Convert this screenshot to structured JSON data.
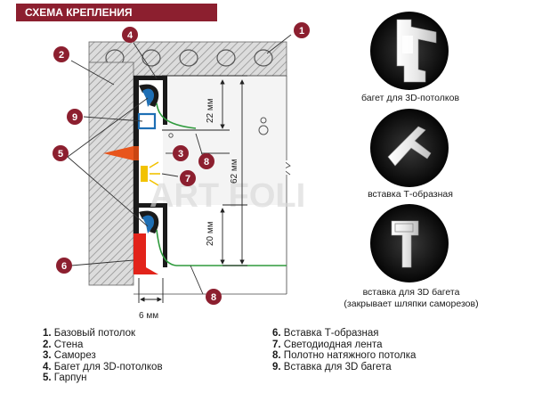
{
  "header": {
    "title": "СХЕМА КРЕПЛЕНИЯ"
  },
  "colors": {
    "accent": "#8c1f2f",
    "profile": "#1a1a1a",
    "insert_blue": "#1e6fb5",
    "led": "#f2c200",
    "screw": "#e8551c",
    "harpoon": "#e2231a",
    "film_green": "#2e9a3c"
  },
  "callouts": [
    {
      "number": "1"
    },
    {
      "number": "2"
    },
    {
      "number": "4"
    },
    {
      "number": "9"
    },
    {
      "number": "5"
    },
    {
      "number": "3"
    },
    {
      "number": "8"
    },
    {
      "number": "7"
    },
    {
      "number": "6"
    },
    {
      "number": "8"
    }
  ],
  "dimensions": {
    "top": "22 мм",
    "total": "62 мм",
    "bottom": "20 мм",
    "width": "6 мм"
  },
  "watermark": "ART FOLI",
  "products": [
    {
      "label": "багет для 3D-потолков"
    },
    {
      "label": "вставка Т-образная"
    },
    {
      "label": "вставка для 3D багета",
      "note": "(закрывает шляпки саморезов)"
    }
  ],
  "legend": {
    "left": [
      {
        "num": "1.",
        "text": "Базовый потолок"
      },
      {
        "num": "2.",
        "text": "Стена"
      },
      {
        "num": "3.",
        "text": "Саморез"
      },
      {
        "num": "4.",
        "text": "Багет для 3D-потолков"
      },
      {
        "num": "5.",
        "text": "Гарпун"
      }
    ],
    "right": [
      {
        "num": "6.",
        "text": "Вставка Т-образная"
      },
      {
        "num": "7.",
        "text": "Светодиодная лента"
      },
      {
        "num": "8.",
        "text": "Полотно натяжного потолка"
      },
      {
        "num": "9.",
        "text": "Вставка для 3D багета"
      }
    ]
  }
}
